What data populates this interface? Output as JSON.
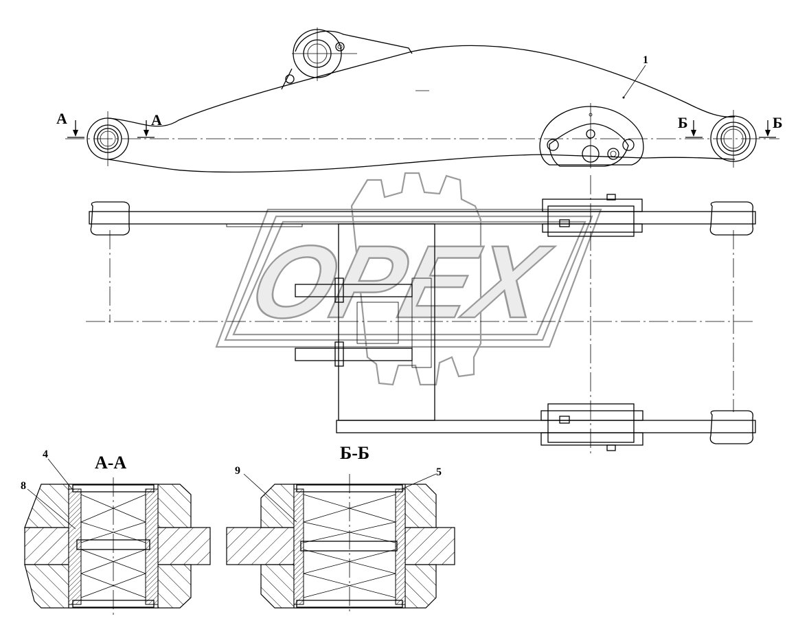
{
  "watermark": {
    "text": "OPEX",
    "color": "#9a9a9a"
  },
  "top_view": {
    "part_label": "1",
    "section_left": {
      "left_label": "А",
      "right_label": "А"
    },
    "section_right": {
      "left_label": "Б",
      "right_label": "Б"
    }
  },
  "sections": {
    "a_a": {
      "title": "А-А",
      "label_top": "4",
      "label_left": "8"
    },
    "b_b": {
      "title": "Б-Б",
      "label_left": "9",
      "label_right": "5"
    }
  }
}
